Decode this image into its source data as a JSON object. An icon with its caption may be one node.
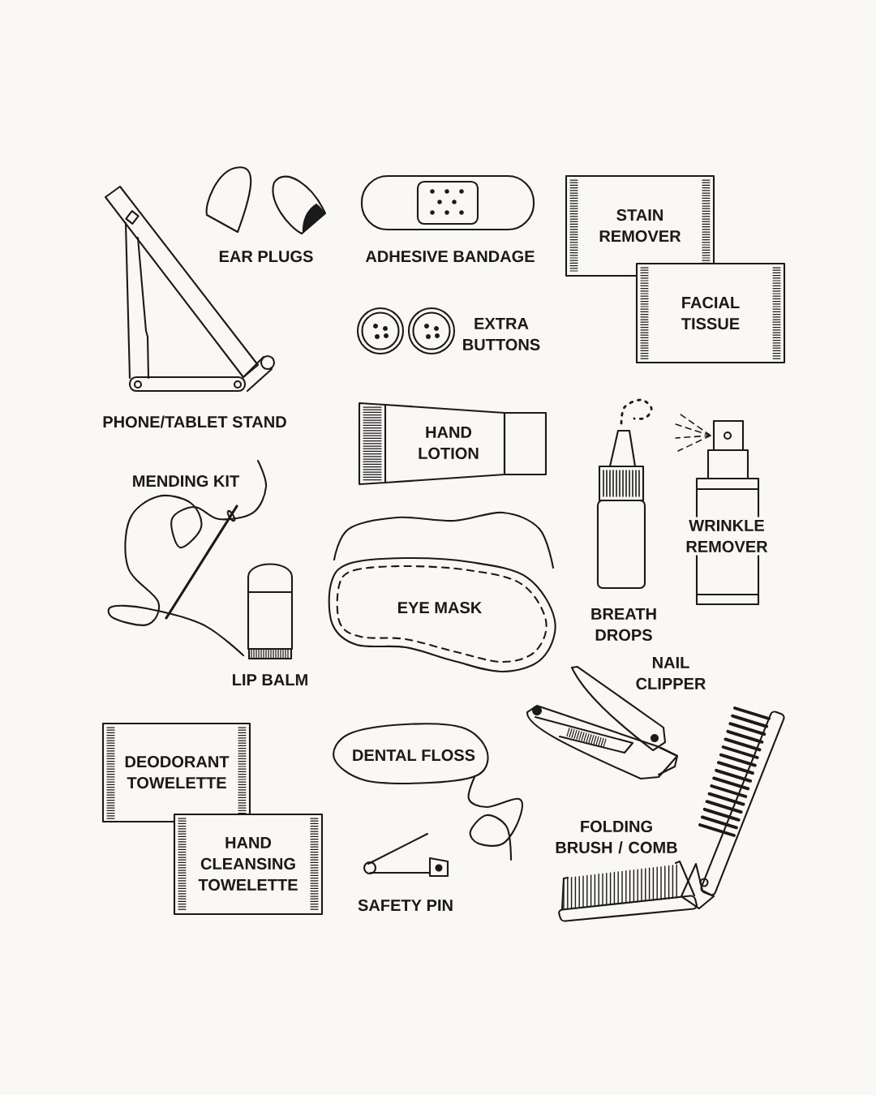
{
  "diagram": {
    "nodes": [
      {
        "text": [
          "STAIN REMOVER"
        ]
      },
      {
        "text": [
          "FACIAL TISSUE"
        ]
      },
      {
        "text": [
          "HAND LOTION"
        ]
      },
      {
        "text": [
          "WRINKLE REMOVER"
        ]
      },
      {
        "text": [
          "EYE MASK"
        ]
      },
      {
        "text": [
          "DEODORANT TOWELETTE"
        ]
      },
      {
        "text": [
          "DENTAL FLOSS"
        ]
      },
      {
        "text": [
          "HAND CLEANSING TOWELETTE"
        ]
      }
    ],
    "labels": [
      "EAR PLUGS",
      "ADHESIVE BANDAGE",
      "EXTRA BUTTONS",
      "PHONE/TABLET STAND",
      "MENDING KIT",
      "BREATH DROPS",
      "LIP BALM",
      "NAIL CLIPPER",
      "FOLDING BRUSH / COMB",
      "SAFETY PIN"
    ]
  }
}
